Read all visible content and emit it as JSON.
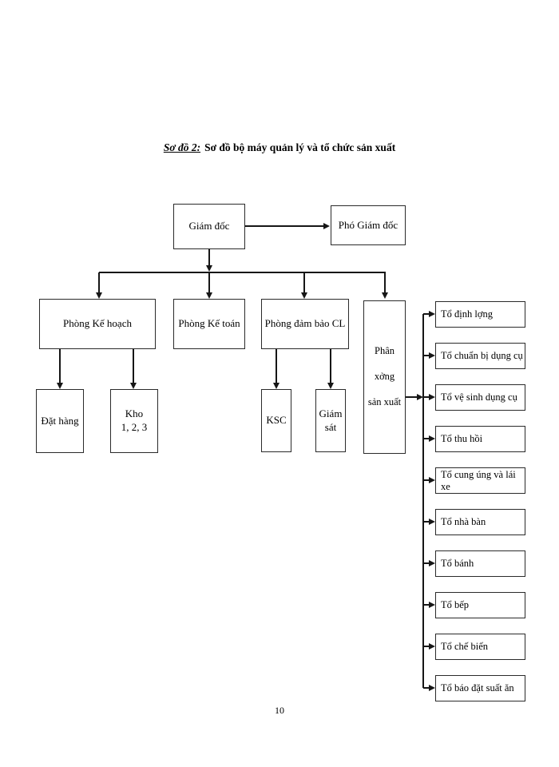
{
  "page": {
    "title_label": "Sơ đồ 2:",
    "title_text": "Sơ đồ bộ máy quản lý và tổ chức sản xuất",
    "page_number": "10"
  },
  "chart": {
    "director": "Giám đốc",
    "deputy": "Phó Giám đốc",
    "planning": "Phòng Kế hoạch",
    "accounting": "Phòng Kế toán",
    "quality": "Phòng đảm bảo CL",
    "workshop": "Phân\nxởng\nsản xuất",
    "ordering": "Đặt hàng",
    "warehouse": "Kho\n1, 2, 3",
    "ksc": "KSC",
    "supervision": "Giám\nsát",
    "units": [
      "Tổ định lợng",
      "Tổ chuẩn bị dụng cụ",
      "Tổ vệ sinh dụng cụ",
      "Tổ thu hồi",
      "Tổ cung úng và lái xe",
      "Tổ nhà bàn",
      "Tổ bánh",
      "Tổ bếp",
      "Tổ chế biến",
      "Tổ báo đặt suất ăn"
    ]
  }
}
